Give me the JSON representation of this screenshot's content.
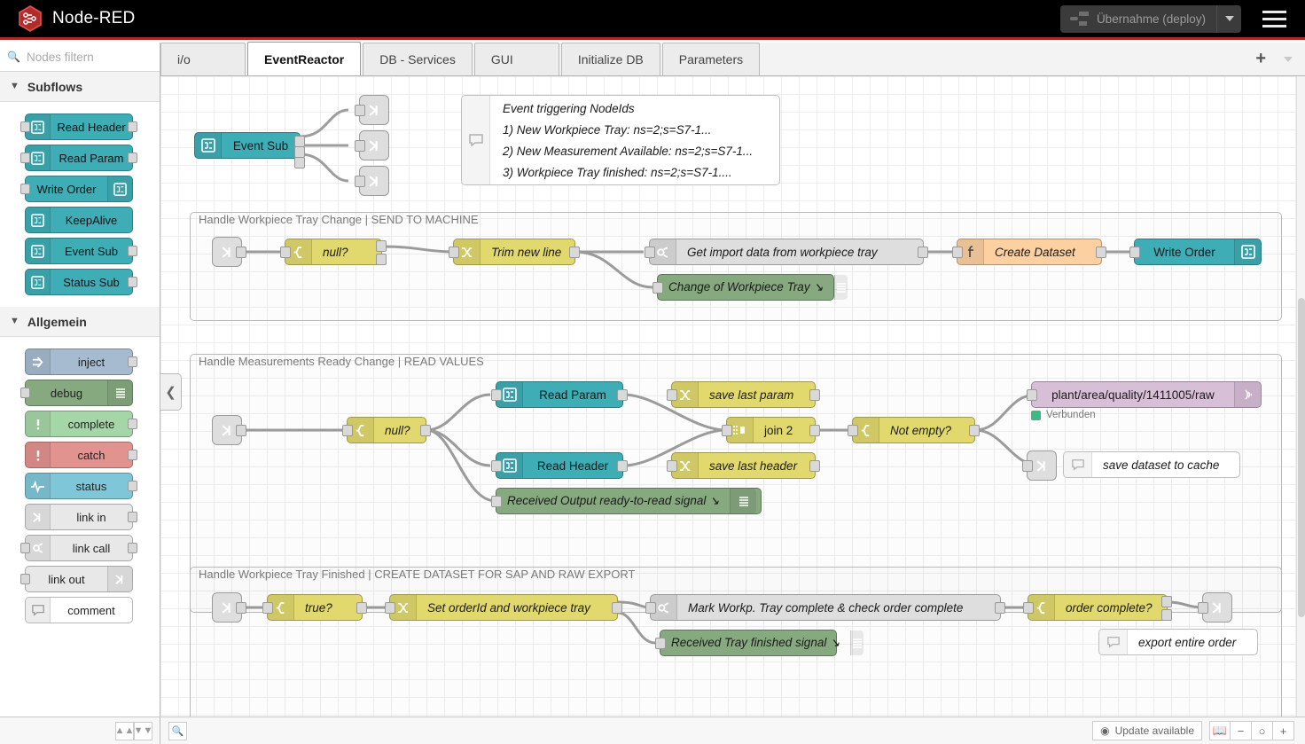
{
  "app": {
    "title": "Node-RED",
    "logo_icon": "node-red-hex-logo",
    "deploy_label": "Übernahme (deploy)",
    "deploy_icon": "deploy-icon",
    "deploy_caret_icon": "chevron-down-icon",
    "menu_icon": "hamburger-menu-icon"
  },
  "palette": {
    "search_placeholder": "Nodes filtern",
    "search_value": "",
    "search_icon": "search-icon",
    "categories": [
      {
        "name": "Subflows",
        "chevron_icon": "chevron-down-icon",
        "nodes": [
          {
            "label": "Read Header",
            "icon": "subflow-icon",
            "color": "sf",
            "icon_side": "left",
            "in": true,
            "out": true
          },
          {
            "label": "Read Param",
            "icon": "subflow-icon",
            "color": "sf",
            "icon_side": "left",
            "in": true,
            "out": true
          },
          {
            "label": "Write Order",
            "icon": "subflow-icon",
            "color": "sf",
            "icon_side": "right",
            "in": true,
            "out": false
          },
          {
            "label": "KeepAlive",
            "icon": "subflow-icon",
            "color": "sf",
            "icon_side": "left",
            "in": false,
            "out": false
          },
          {
            "label": "Event Sub",
            "icon": "subflow-icon",
            "color": "sf",
            "icon_side": "left",
            "in": false,
            "out": true
          },
          {
            "label": "Status Sub",
            "icon": "subflow-icon",
            "color": "sf",
            "icon_side": "left",
            "in": false,
            "out": true
          }
        ]
      },
      {
        "name": "Allgemein",
        "chevron_icon": "chevron-down-icon",
        "nodes": [
          {
            "label": "inject",
            "icon": "inject-arrow-icon",
            "color": "n-inject",
            "icon_side": "left",
            "in": false,
            "out": true
          },
          {
            "label": "debug",
            "icon": "debug-lines-icon",
            "color": "n-debug",
            "icon_side": "right",
            "in": true,
            "out": false
          },
          {
            "label": "complete",
            "icon": "exclamation-icon",
            "color": "n-complete",
            "icon_side": "left",
            "in": false,
            "out": true
          },
          {
            "label": "catch",
            "icon": "exclamation-icon",
            "color": "n-catch",
            "icon_side": "left",
            "in": false,
            "out": true
          },
          {
            "label": "status",
            "icon": "pulse-icon",
            "color": "n-status",
            "icon_side": "left",
            "in": false,
            "out": true
          },
          {
            "label": "link in",
            "icon": "link-icon",
            "color": "n-link",
            "icon_side": "left",
            "in": false,
            "out": true
          },
          {
            "label": "link call",
            "icon": "link-call-icon",
            "color": "n-link",
            "icon_side": "left",
            "in": true,
            "out": true
          },
          {
            "label": "link out",
            "icon": "link-icon",
            "color": "n-link",
            "icon_side": "right",
            "in": true,
            "out": false
          },
          {
            "label": "comment",
            "icon": "comment-bubble-icon",
            "color": "n-comment",
            "icon_side": "left",
            "in": false,
            "out": false
          }
        ]
      }
    ]
  },
  "tabs": {
    "items": [
      {
        "label": "i/o",
        "active": false
      },
      {
        "label": "EventReactor",
        "active": true
      },
      {
        "label": "DB - Services",
        "active": false
      },
      {
        "label": "GUI",
        "active": false
      },
      {
        "label": "Initialize DB",
        "active": false
      },
      {
        "label": "Parameters",
        "active": false
      }
    ],
    "add_label": "+",
    "add_icon": "plus-icon",
    "more_icon": "chevron-down-icon"
  },
  "canvas": {
    "collapse_icon": "chevron-left-icon",
    "event_sub": {
      "label": "Event Sub",
      "icon": "subflow-icon"
    },
    "comment_note": {
      "icon": "comment-bubble-icon",
      "lines": [
        "Event triggering NodeIds",
        "1) New Workpiece Tray: ns=2;s=S7-1...",
        "2) New Measurement Available: ns=2;s=S7-1...",
        "3) Workpiece Tray finished: ns=2;s=S7-1...."
      ]
    },
    "groups": [
      {
        "label": "Handle Workpiece Tray Change | SEND TO MACHINE",
        "nodes": [
          {
            "label": "null?",
            "kind": "switch"
          },
          {
            "label": "Trim new line",
            "kind": "change"
          },
          {
            "label": "Get import data from workpiece tray",
            "kind": "link-call"
          },
          {
            "label": "Change of Workpiece Tray ↘",
            "kind": "debug"
          },
          {
            "label": "Create Dataset",
            "kind": "function"
          },
          {
            "label": "Write Order",
            "kind": "subflow"
          }
        ]
      },
      {
        "label": "Handle Measurements Ready Change | READ VALUES",
        "nodes": [
          {
            "label": "null?",
            "kind": "switch"
          },
          {
            "label": "Read Param",
            "kind": "subflow"
          },
          {
            "label": "Read Header",
            "kind": "subflow"
          },
          {
            "label": "Received Output ready-to-read signal ↘",
            "kind": "debug"
          },
          {
            "label": "save last param",
            "kind": "change"
          },
          {
            "label": "save last header",
            "kind": "change"
          },
          {
            "label": "join 2",
            "kind": "join"
          },
          {
            "label": "Not empty?",
            "kind": "switch"
          },
          {
            "label": "plant/area/quality/1411005/raw",
            "kind": "mqtt"
          },
          {
            "label": "save dataset to cache",
            "kind": "comment"
          }
        ],
        "mqtt_status": "Verbunden"
      },
      {
        "label": "Handle Workpiece Tray Finished | CREATE DATASET FOR SAP AND RAW EXPORT",
        "nodes": [
          {
            "label": "true?",
            "kind": "switch"
          },
          {
            "label": "Set orderId and workpiece tray",
            "kind": "change"
          },
          {
            "label": "Mark Workp. Tray complete & check order complete",
            "kind": "link-call"
          },
          {
            "label": "Received Tray finished signal ↘",
            "kind": "debug"
          },
          {
            "label": "order complete?",
            "kind": "switch"
          },
          {
            "label": "export entire order",
            "kind": "comment"
          }
        ]
      }
    ]
  },
  "footer": {
    "collapse_up_icon": "chevrons-up-icon",
    "collapse_down_icon": "chevrons-down-icon",
    "search_icon": "search-icon",
    "update_label": "Update available",
    "update_icon": "package-icon",
    "book_icon": "book-icon",
    "zoom_out_label": "−",
    "zoom_reset_label": "○",
    "zoom_in_label": "+"
  },
  "colors": {
    "brand_red": "#ab2b2b",
    "subflow_teal": "#3fadb5",
    "switch_yellow": "#e2d96e",
    "function_orange": "#fdd0a2",
    "debug_green": "#87a980",
    "mqtt_purple": "#d8bfd8",
    "status_connected": "#3fb984"
  }
}
